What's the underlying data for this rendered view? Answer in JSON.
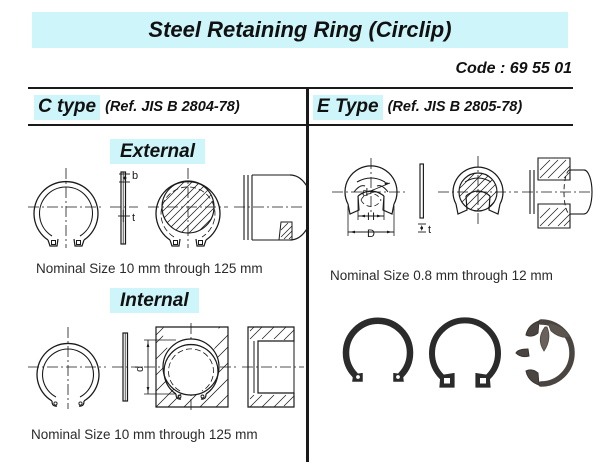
{
  "document": {
    "title": "Steel Retaining Ring (Circlip)",
    "code_label": "Code : 69 55 01"
  },
  "colors": {
    "highlight": "#cdf5fa",
    "line": "#1a1a1a",
    "text": "#111111",
    "caption": "#2a2a2a",
    "photo": "#2b2b2b"
  },
  "columns": [
    {
      "id": "c-type",
      "name_label": "C type",
      "reference": "(Ref. JIS B 2804-78)",
      "sections": [
        {
          "id": "external",
          "label": "External",
          "nominal_size": "Nominal Size 10 mm through 125 mm",
          "dimension_labels": [
            "b",
            "t"
          ]
        },
        {
          "id": "internal",
          "label": "Internal",
          "nominal_size": "Nominal Size 10 mm through 125 mm",
          "dimension_labels": [
            "d"
          ]
        }
      ]
    },
    {
      "id": "e-type",
      "name_label": "E Type",
      "reference": "(Ref. JIS B 2805-78)",
      "sections": [
        {
          "id": "e-main",
          "label": "",
          "nominal_size": "Nominal Size 0.8 mm through 12 mm",
          "dimension_labels": [
            "d",
            "H",
            "D",
            "t"
          ]
        }
      ]
    }
  ],
  "dimensions": {
    "b": "b",
    "t": "t",
    "d": "d",
    "H": "H",
    "D": "D",
    "d_internal": "d"
  },
  "photos": [
    {
      "id": "internal-circlip",
      "name": "internal-retaining-ring-photo"
    },
    {
      "id": "external-circlip",
      "name": "external-retaining-ring-photo"
    },
    {
      "id": "e-clip",
      "name": "e-clip-photo"
    }
  ]
}
